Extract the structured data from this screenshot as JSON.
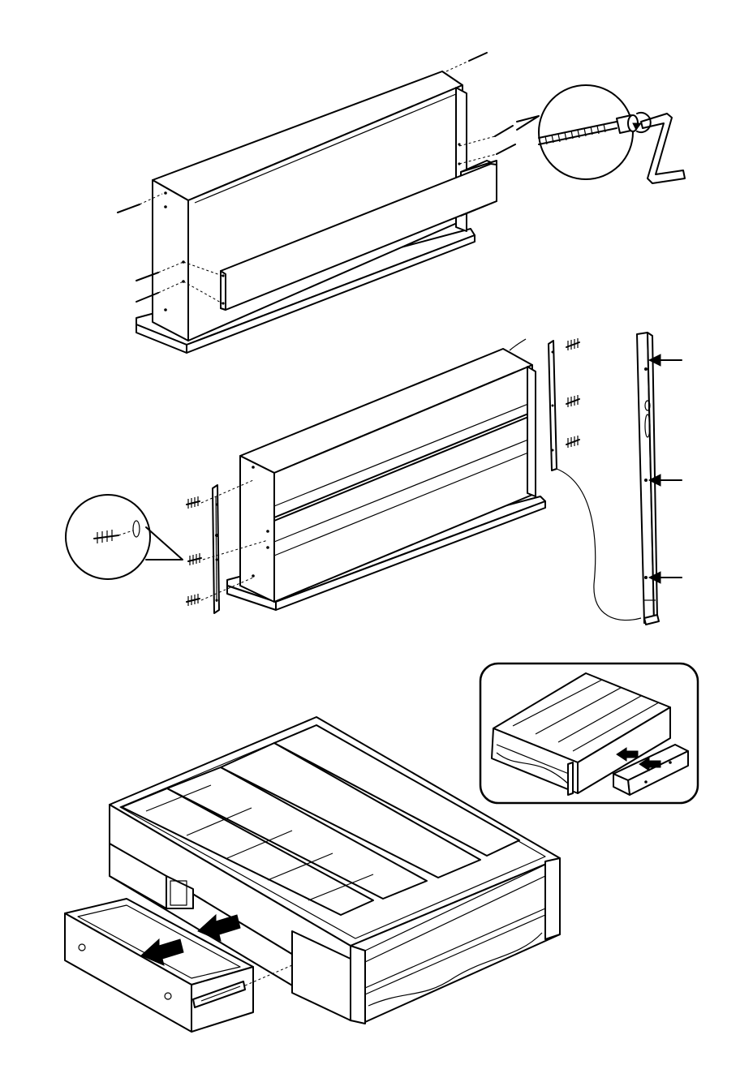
{
  "steps": [
    {
      "id": "headboard-assembly",
      "parts": [
        "side-panel-left",
        "side-panel-right",
        "rear-panel",
        "cross-rail",
        "bottom-rail",
        "bolt",
        "allen-key"
      ]
    },
    {
      "id": "bracket-installation",
      "parts": [
        "cabinet",
        "metal-bracket-left",
        "metal-bracket-right",
        "screw"
      ]
    },
    {
      "id": "drawer-insertion",
      "parts": [
        "bed-frame",
        "slats",
        "drawer",
        "drawer-slide"
      ]
    }
  ],
  "icons": {
    "bolt": "bolt-icon",
    "screw": "screw-icon",
    "allen_key": "allen-key-icon",
    "arrow": "push-arrow-icon"
  },
  "colors": {
    "line": "#000000",
    "background": "#ffffff"
  }
}
